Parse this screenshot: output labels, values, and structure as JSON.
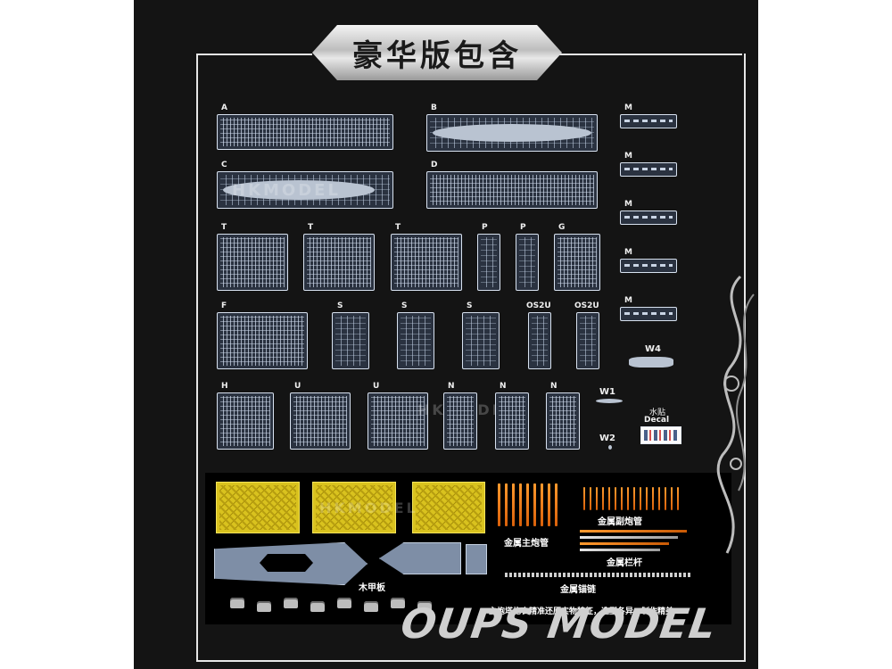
{
  "banner_title": "豪华版包含",
  "sprue_labels": {
    "A": "A",
    "B": "B",
    "C": "C",
    "D": "D",
    "T1": "T",
    "T2": "T",
    "T3": "T",
    "P1": "P",
    "P2": "P",
    "G": "G",
    "F": "F",
    "S1": "S",
    "S2": "S",
    "S3": "S",
    "OS2U1": "OS2U",
    "OS2U2": "OS2U",
    "H": "H",
    "U1": "U",
    "U2": "U",
    "N1": "N",
    "N2": "N",
    "N3": "N",
    "M1": "M",
    "M2": "M",
    "M3": "M",
    "M4": "M",
    "M5": "M",
    "W4": "W4",
    "W1": "W1",
    "W2": "W2"
  },
  "decal": {
    "cn": "水贴",
    "en": "Decal"
  },
  "watermark_text": "HKMODEL",
  "metal_parts": {
    "secondary_barrels": "金属副炮管",
    "main_barrels": "金属主炮管",
    "rails": "金属栏杆",
    "chain": "金属锚链",
    "wood_deck": "木甲板",
    "turret_note": "主炮塔炮衣精准还原实物特征，造型各异，制作精美"
  },
  "shop_mark": "OUPS MODEL",
  "colors": {
    "background": "#141414",
    "frame": "#e6e6e6",
    "photo_etch": "#d9c21e",
    "barrel": "#ff9a2e"
  }
}
